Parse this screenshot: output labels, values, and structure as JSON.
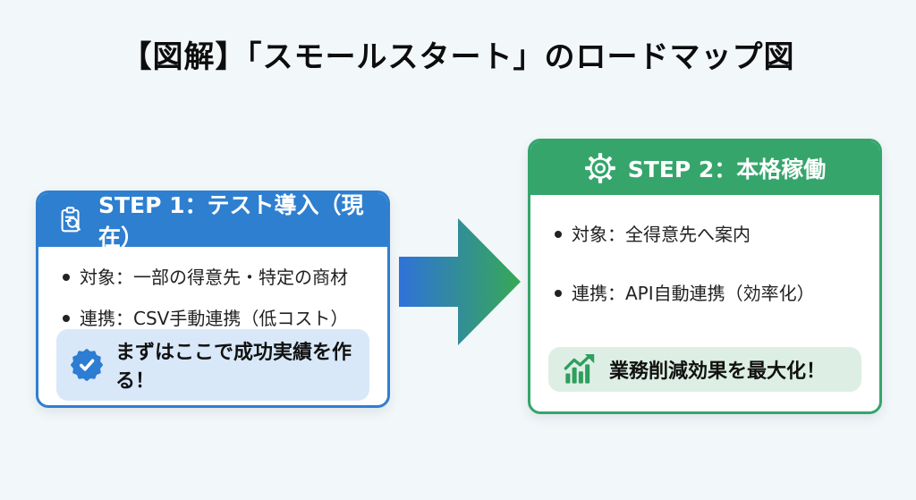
{
  "title": "【図解】「スモールスタート」のロードマップ図",
  "colors": {
    "background": "#f2f7f9",
    "step1_primary": "#2e7fd0",
    "step1_badge_bg": "#d8e8f9",
    "step1_badge_icon": "#2d7dd2",
    "step2_primary": "#35a56c",
    "step2_badge_bg": "#ddefe4",
    "step2_badge_icon": "#2f9e5f",
    "arrow_gradient_start": "#2f72d9",
    "arrow_gradient_end": "#36a955",
    "text": "#1a1a1a"
  },
  "step1": {
    "header": "STEP 1：テスト導入（現在）",
    "header_icon": "clipboard-search-icon",
    "bullets": [
      "対象：一部の得意先・特定の商材",
      "連携：CSV手動連携（低コスト）"
    ],
    "badge": {
      "icon": "verified-check-icon",
      "text": "まずはここで成功実績を作る！"
    }
  },
  "step2": {
    "header": "STEP 2：本格稼働",
    "header_icon": "gear-icon",
    "bullets": [
      "対象：全得意先へ案内",
      "連携：API自動連携（効率化）"
    ],
    "badge": {
      "icon": "chart-growth-icon",
      "text": "業務削減効果を最大化！"
    }
  }
}
